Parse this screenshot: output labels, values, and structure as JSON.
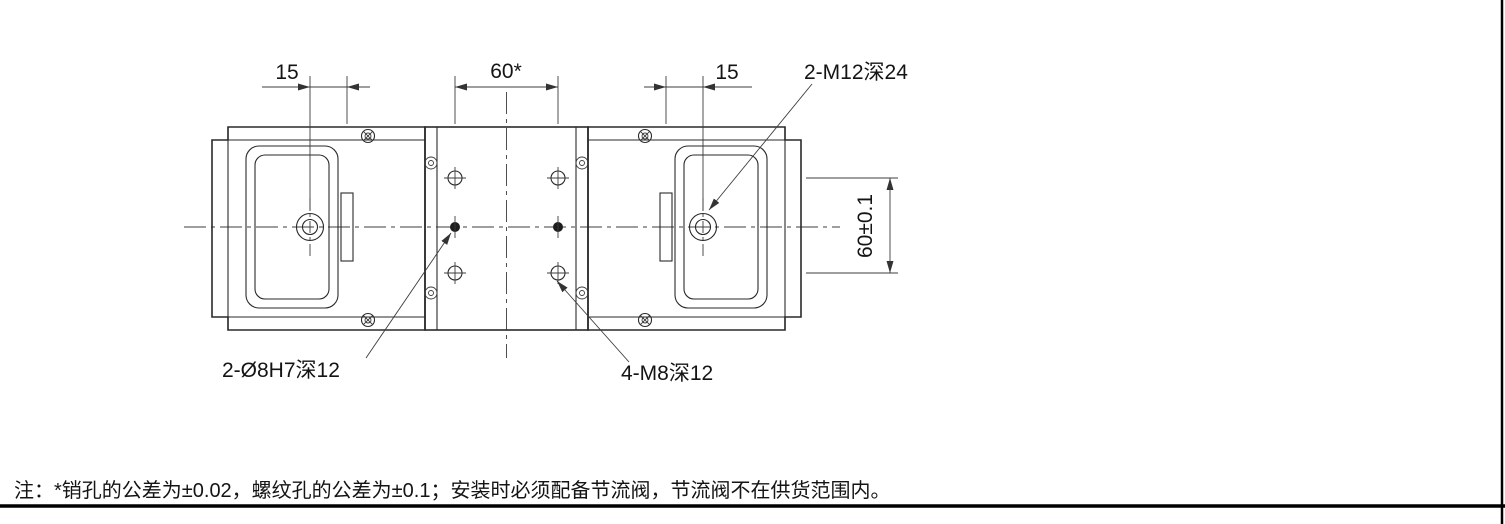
{
  "drawing": {
    "dimensions": {
      "pin_offset_left": "15",
      "hole_span_horizontal": "60*",
      "pin_offset_right": "15",
      "hole_span_vertical": "60±0.1"
    },
    "labels": {
      "thread_m12": "2-M12深24",
      "pin_holes": "2-Ø8H7深12",
      "thread_m8": "4-M8深12"
    },
    "note": "注：*销孔的公差为±0.02，螺纹孔的公差为±0.1；安装时必须配备节流阀，节流阀不在供货范围内。",
    "colors": {
      "ink": "#1f1f1f",
      "background": "#ffffff"
    }
  }
}
